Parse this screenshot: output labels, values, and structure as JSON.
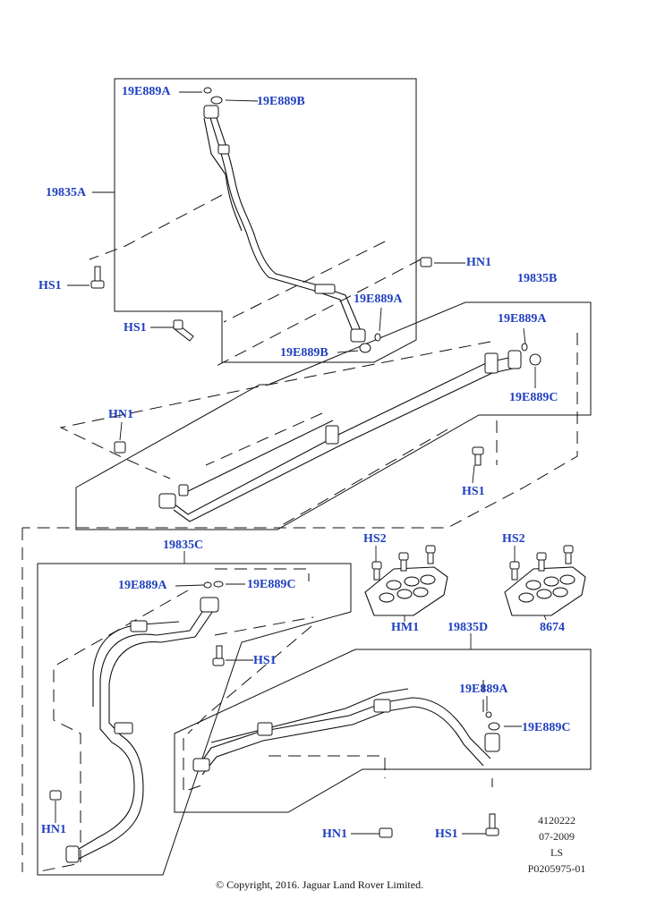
{
  "callouts": {
    "c1": "19E889A",
    "c2": "19E889B",
    "c3": "19835A",
    "c4": "HN1",
    "c5": "HS1",
    "c6": "19835B",
    "c7": "19E889A",
    "c8": "HS1",
    "c9": "19E889A",
    "c10": "19E889B",
    "c11": "19E889C",
    "c12": "HN1",
    "c13": "HS1",
    "c14": "19835C",
    "c15": "HS2",
    "c16": "HS2",
    "c17": "19E889A",
    "c18": "19E889C",
    "c19": "HM1",
    "c20": "19835D",
    "c21": "8674",
    "c22": "HS1",
    "c23": "19E889A",
    "c24": "19E889C",
    "c25": "HN1",
    "c26": "HN1",
    "c27": "HS1"
  },
  "meta": {
    "code": "4120222",
    "date": "07-2009",
    "initials": "LS",
    "ref": "P0205975-01"
  },
  "copyright": "© Copyright, 2016. Jaguar Land Rover Limited.",
  "colors": {
    "callout": "#1f3fbf",
    "line": "#111111"
  }
}
